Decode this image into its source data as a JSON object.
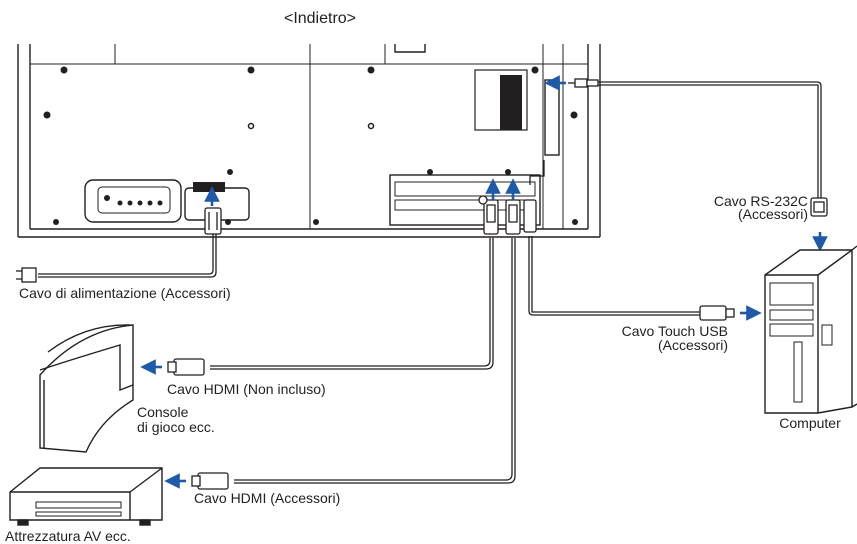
{
  "nav": {
    "back_link": "<Indietro>"
  },
  "labels": {
    "power_cable": "Cavo di alimentazione (Accessori)",
    "rs232_line1": "Cavo RS-232C",
    "rs232_line2": "(Accessori)",
    "usb_line1": "Cavo Touch USB",
    "usb_line2": "(Accessori)",
    "hdmi_top": "Cavo HDMI (Non incluso)",
    "console_line1": "Console",
    "console_line2": "di gioco ecc.",
    "hdmi_bottom": "Cavo HDMI (Accessori)",
    "av_equipment": "Attrezzatura AV ecc.",
    "computer": "Computer"
  },
  "colors": {
    "arrow": "#1e5aa8",
    "line": "#231f20",
    "fill": "#ffffff"
  },
  "icons": [
    "power-plug-icon",
    "hdmi-plug-icon",
    "usb-plug-icon",
    "rs232-plug-icon",
    "audio-jack-icon",
    "arrow-icon"
  ]
}
